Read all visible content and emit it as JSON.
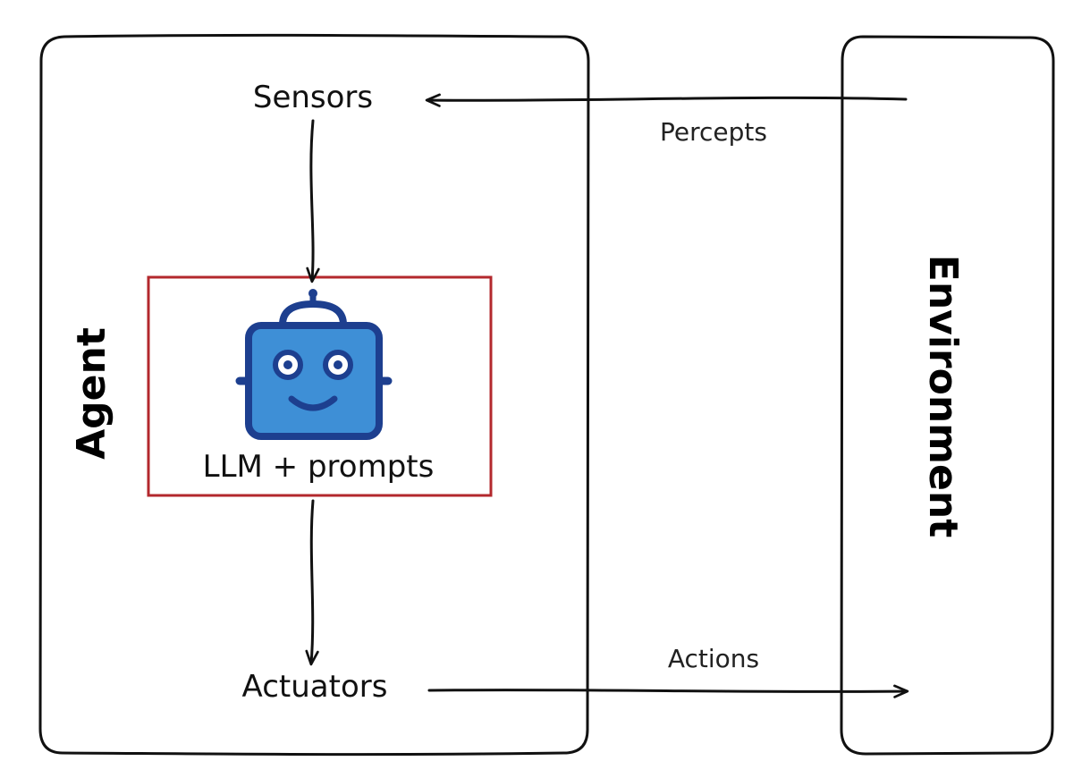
{
  "diagram": {
    "agent_label": "Agent",
    "environment_label": "Environment",
    "sensors_label": "Sensors",
    "actuators_label": "Actuators",
    "core_label": "LLM + prompts",
    "percepts_label": "Percepts",
    "actions_label": "Actions",
    "core_icon": "robot-icon",
    "colors": {
      "frame": "#111111",
      "core_border": "#b3282d",
      "robot_fill": "#3e8fd6",
      "robot_stroke": "#1d3f8f"
    }
  }
}
